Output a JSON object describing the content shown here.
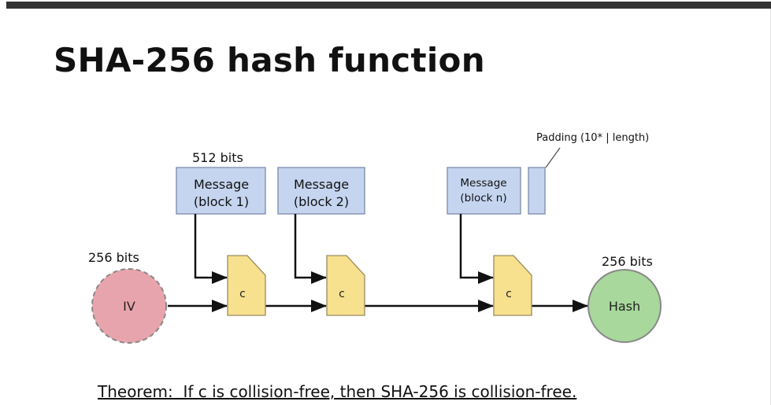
{
  "slide": {
    "title": "SHA-256 hash function",
    "theorem": "Theorem:  If c is collision-free, then SHA-256 is collision-free."
  },
  "diagram": {
    "block_size_label": "512 bits",
    "iv_size_label": "256 bits",
    "hash_size_label": "256 bits",
    "padding_label": "Padding (10* | length)",
    "message_blocks": [
      {
        "line1": "Message",
        "line2": "(block 1)"
      },
      {
        "line1": "Message",
        "line2": "(block 2)"
      },
      {
        "line1": "Message",
        "line2": "(block n)"
      }
    ],
    "compress_label": "c",
    "iv_label": "IV",
    "hash_label": "Hash",
    "colors": {
      "message_fill": "#c5d5f0",
      "message_stroke": "#7a8aa8",
      "compress_fill": "#f7e08e",
      "compress_stroke": "#9a8c60",
      "iv_fill": "#e8a4ac",
      "iv_stroke": "#888888",
      "hash_fill": "#a8d89c",
      "hash_stroke": "#888888"
    }
  }
}
